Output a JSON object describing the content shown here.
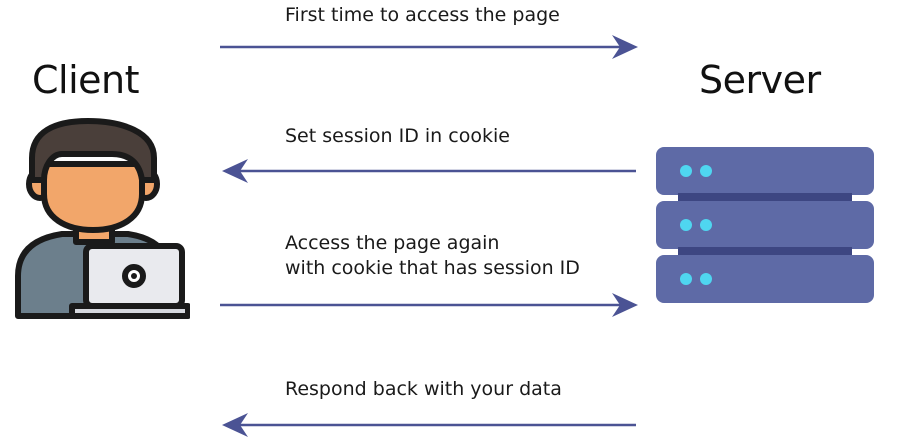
{
  "actors": {
    "client": "Client",
    "server": "Server"
  },
  "messages": [
    {
      "lines": [
        "First time to access the page"
      ],
      "direction": "client-to-server"
    },
    {
      "lines": [
        "Set session ID in cookie"
      ],
      "direction": "server-to-client"
    },
    {
      "lines": [
        "Access the page again",
        "with cookie that has session ID"
      ],
      "direction": "client-to-server"
    },
    {
      "lines": [
        "Respond back with your data"
      ],
      "direction": "server-to-client"
    }
  ],
  "icons": {
    "client": "person-with-laptop-icon",
    "server": "server-rack-icon"
  },
  "colors": {
    "arrow": "#4b5394",
    "server_body": "#5e6aa6",
    "server_separator": "#3d4682",
    "server_led": "#4fd6f0",
    "skin": "#f2a66a",
    "hair": "#4a3f3a",
    "shirt": "#6c7f8c",
    "laptop": "#e9eaee",
    "outline": "#1a1a1a"
  }
}
